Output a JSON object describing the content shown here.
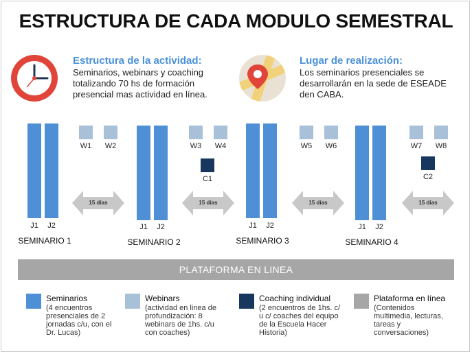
{
  "title": "ESTRUCTURA DE CADA MODULO SEMESTRAL",
  "activity": {
    "heading": "Estructura de la actividad:",
    "lines": [
      "Seminarios, webinars y coaching",
      "totalizando 70 hs de formación",
      "presencial mas actividad en línea."
    ],
    "icon": "clock-icon"
  },
  "location": {
    "heading": "Lugar de realización:",
    "lines": [
      "Los seminarios presenciales se",
      "desarrollarán en la sede de ESEADE",
      "den CABA."
    ],
    "icon": "map-pin-icon"
  },
  "seminars": [
    {
      "label": "SEMINARIO 1",
      "j1": "J1",
      "j2": "J2"
    },
    {
      "label": "SEMINARIO 2",
      "j1": "J1",
      "j2": "J2"
    },
    {
      "label": "SEMINARIO 3",
      "j1": "J1",
      "j2": "J2"
    },
    {
      "label": "SEMINARIO 4",
      "j1": "J1",
      "j2": "J2"
    }
  ],
  "webinars": [
    "W1",
    "W2",
    "W3",
    "W4",
    "W5",
    "W6",
    "W7",
    "W8"
  ],
  "coaching": [
    "C1",
    "C2"
  ],
  "gaps": [
    "15 días",
    "15 días",
    "15 días",
    "15 días"
  ],
  "platform": "PLATAFORMA EN LINEA",
  "colors": {
    "seminar": "#4f8fd6",
    "webinar": "#a9c0d9",
    "coaching": "#17375e",
    "platform": "#a6a6a6",
    "accent": "#4a90d9"
  },
  "legend": [
    {
      "title": "Seminarios",
      "lines": [
        "(4 encuentros",
        "presenciales de 2",
        "jornadas c/u, con el",
        "Dr. Lucas)"
      ]
    },
    {
      "title": "Webinars",
      "lines": [
        "(actividad en linea de",
        "profundización: 8",
        "webinars de 1hs. c/u",
        "con coaches)"
      ]
    },
    {
      "title": "Coaching individual",
      "lines": [
        "(2 encuentros de 1hs. c/",
        "u c/ coaches del equipo",
        "de la Escuela Hacer",
        "Historia)"
      ]
    },
    {
      "title": "Plataforma en línea",
      "lines": [
        "(Contenidos",
        "multimedia, lecturas,",
        "tareas y",
        "conversaciones)"
      ]
    }
  ]
}
